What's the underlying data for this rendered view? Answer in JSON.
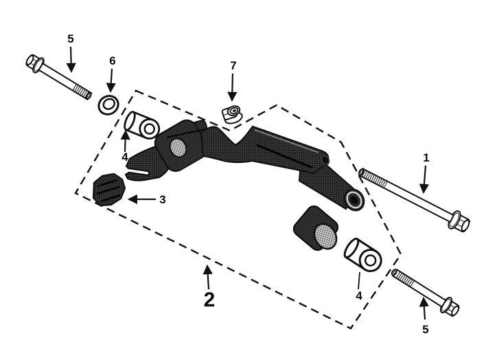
{
  "figure": {
    "kind": "exploded-parts-diagram",
    "subject": "shift-lever-assembly"
  },
  "callouts": {
    "c1": {
      "label": "1"
    },
    "c2": {
      "label": "2"
    },
    "c3": {
      "label": "3"
    },
    "c4a": {
      "label": "4"
    },
    "c4b": {
      "label": "4"
    },
    "c5a": {
      "label": "5"
    },
    "c5b": {
      "label": "5"
    },
    "c6": {
      "label": "6"
    },
    "c7": {
      "label": "7"
    }
  },
  "colors": {
    "background": "#ffffff",
    "line": "#111111",
    "part_dark_fill": "#383838",
    "part_dot": "#0d0d0d",
    "bearing_face": "#d8d8d8",
    "hatch_line": "#777777",
    "collar_highlight": "#d6d6d6"
  }
}
